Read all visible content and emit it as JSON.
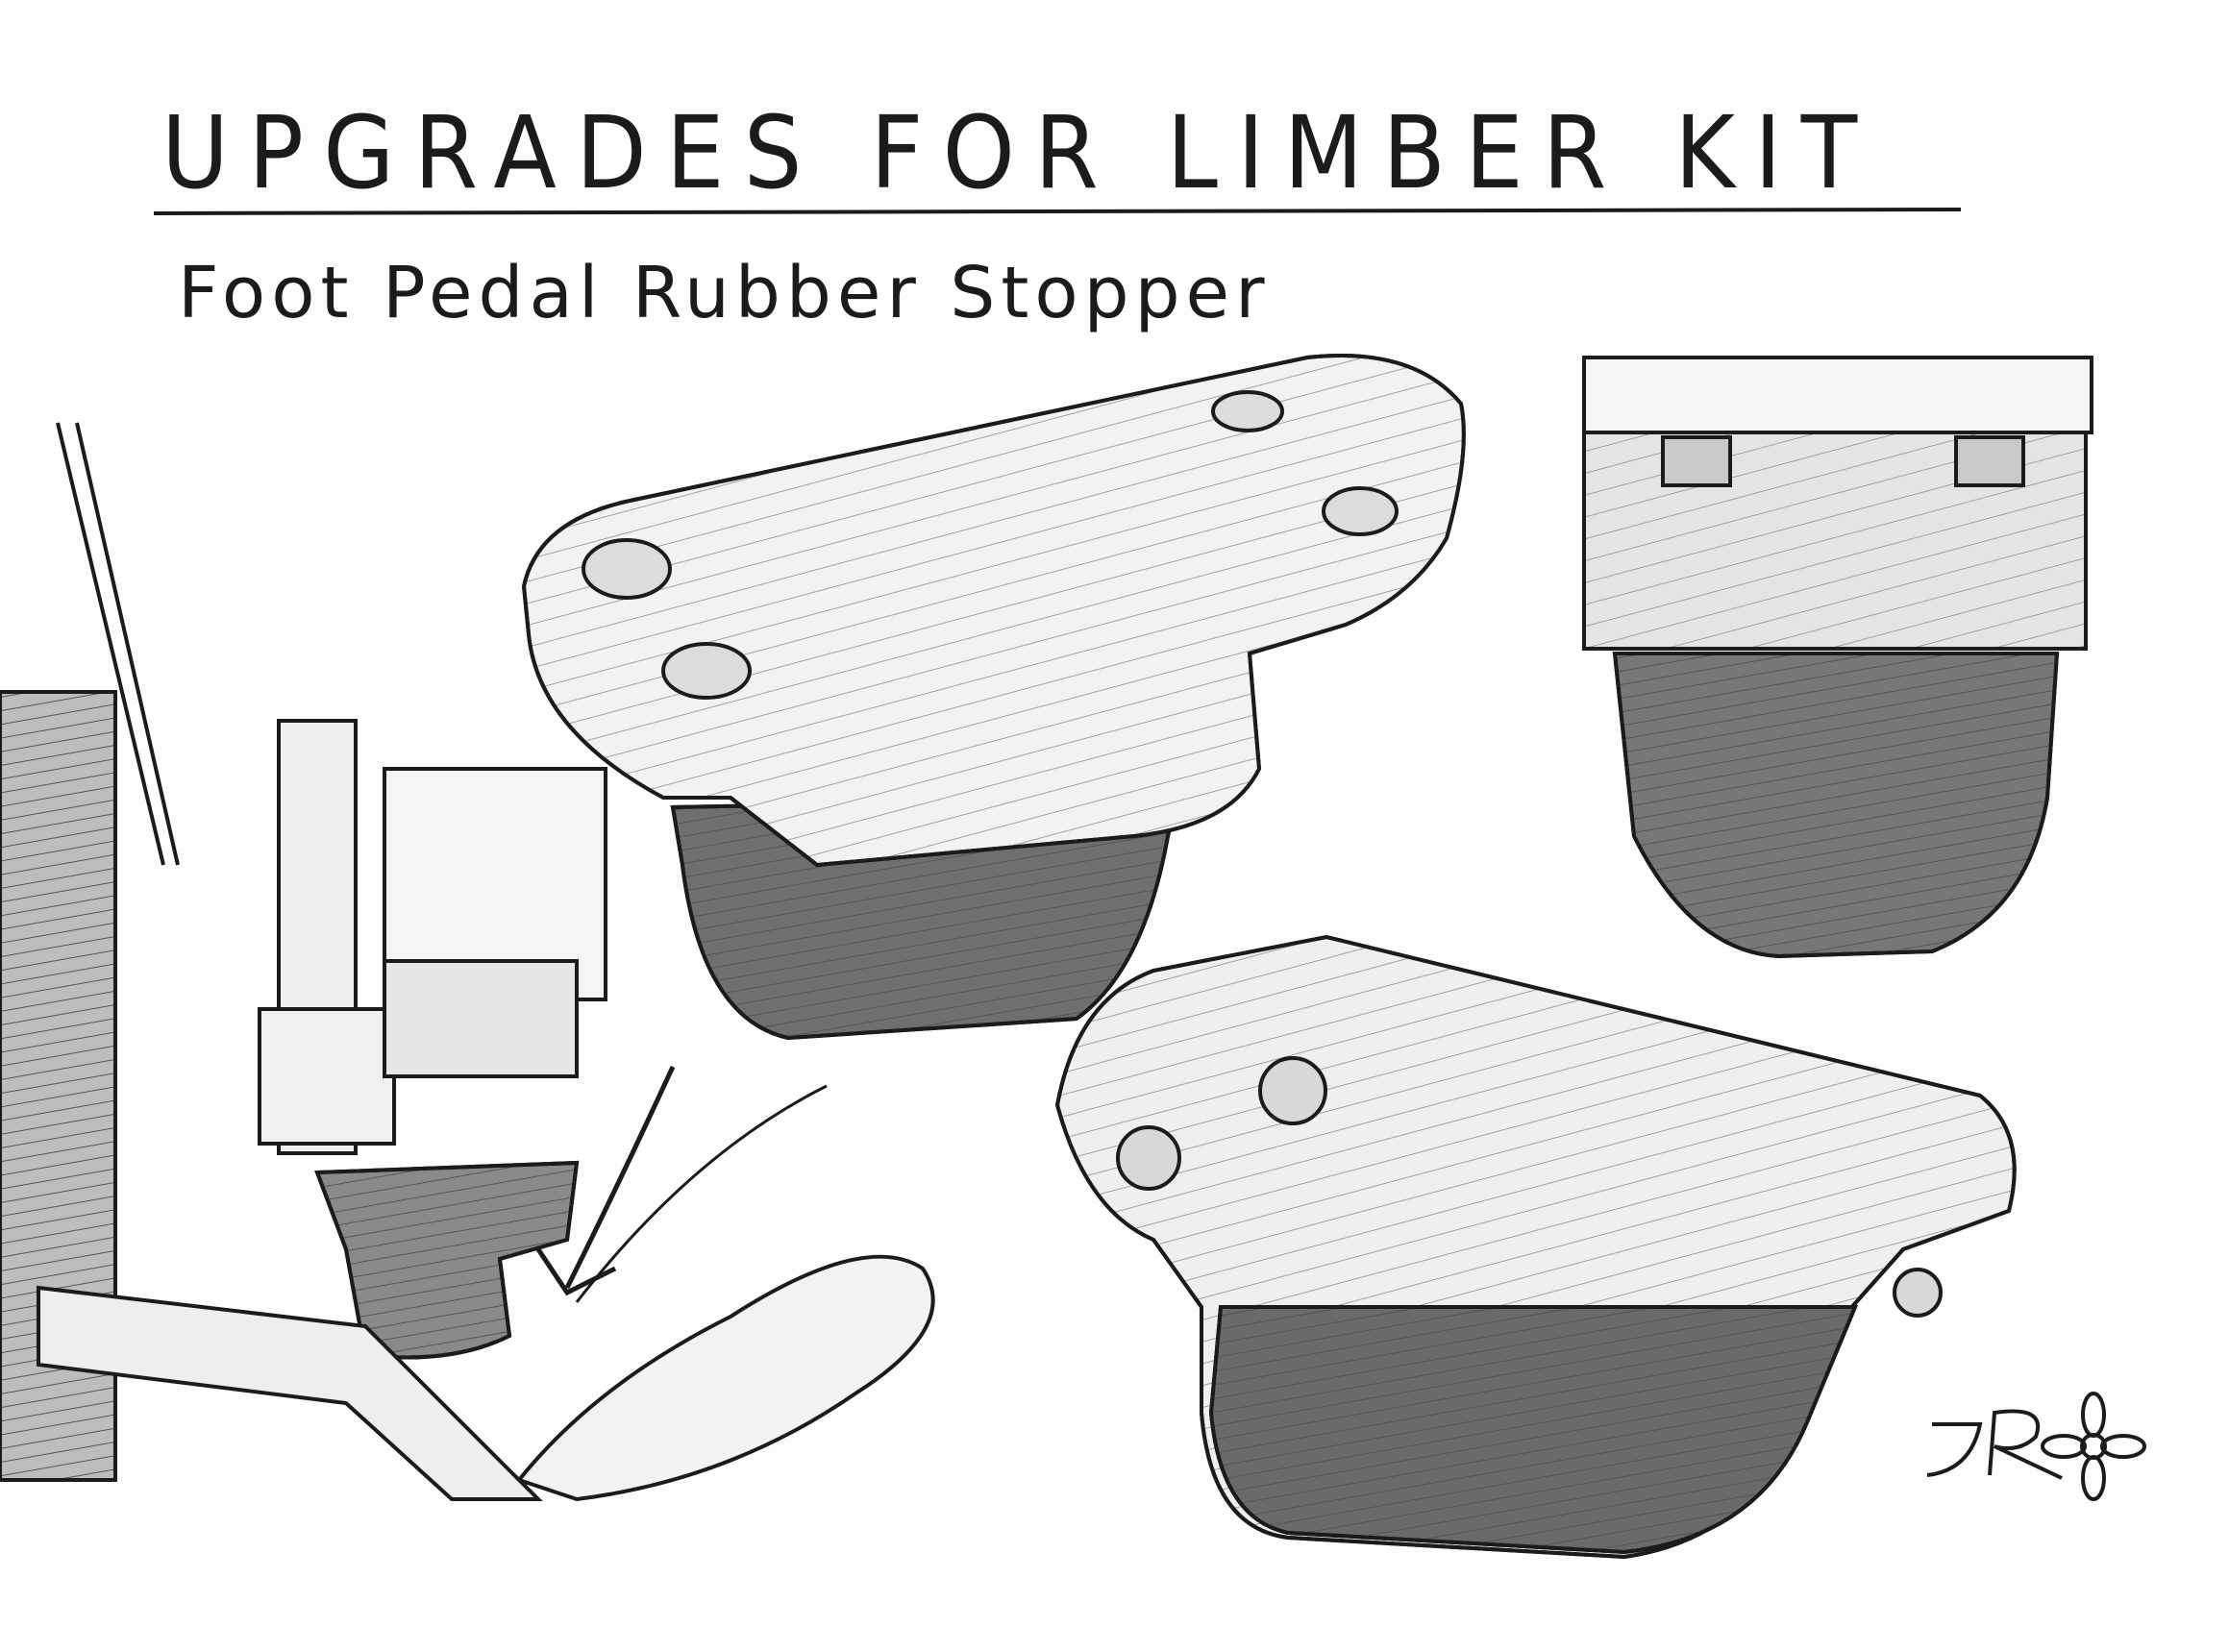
{
  "title": "UPGRADES FOR LIMBER KIT",
  "subtitle": "Foot Pedal Rubber Stopper",
  "signature": "JR",
  "ink_color": "#1b1b1b",
  "shade_color": "#9a9a9a",
  "paper_color": "#fdfdfd"
}
